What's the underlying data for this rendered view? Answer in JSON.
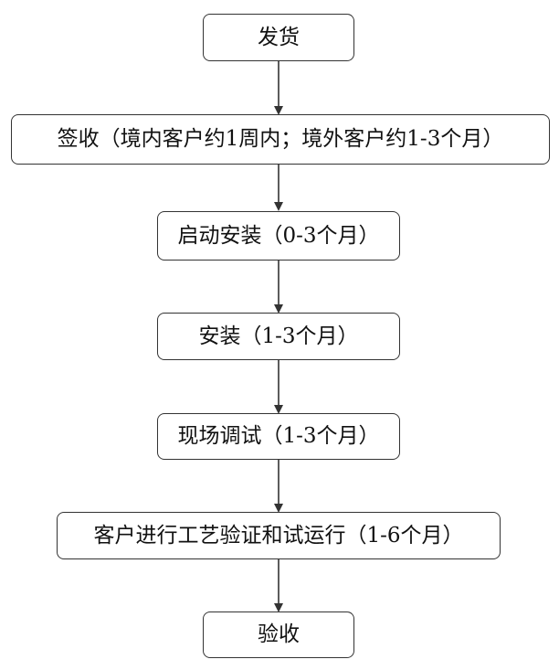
{
  "flowchart": {
    "steps": [
      {
        "label": "发货"
      },
      {
        "label": "签收（境内客户约1周内；境外客户约1-3个月）"
      },
      {
        "label": "启动安装（0-3个月）"
      },
      {
        "label": "安装（1-3个月）"
      },
      {
        "label": "现场调试（1-3个月）"
      },
      {
        "label": "客户进行工艺验证和试运行（1-6个月）"
      },
      {
        "label": "验收"
      }
    ],
    "colors": {
      "border": "#333333",
      "arrow": "#333333",
      "text": "#111111",
      "background": "#ffffff"
    }
  }
}
